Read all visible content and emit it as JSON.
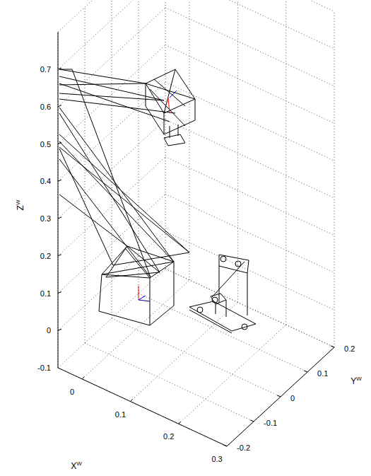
{
  "diagram": {
    "labels": [
      "0.7",
      "0.6",
      "0.5",
      "0.4",
      "0.3",
      "0.2",
      "0.1",
      "0",
      "-0.1",
      "Z",
      "W",
      "0",
      "0.1",
      "0.2",
      "0.3",
      "X",
      "W",
      "-0.2",
      "-0.1",
      "0",
      "0.1",
      "0.2",
      "Y",
      "W"
    ]
  }
}
